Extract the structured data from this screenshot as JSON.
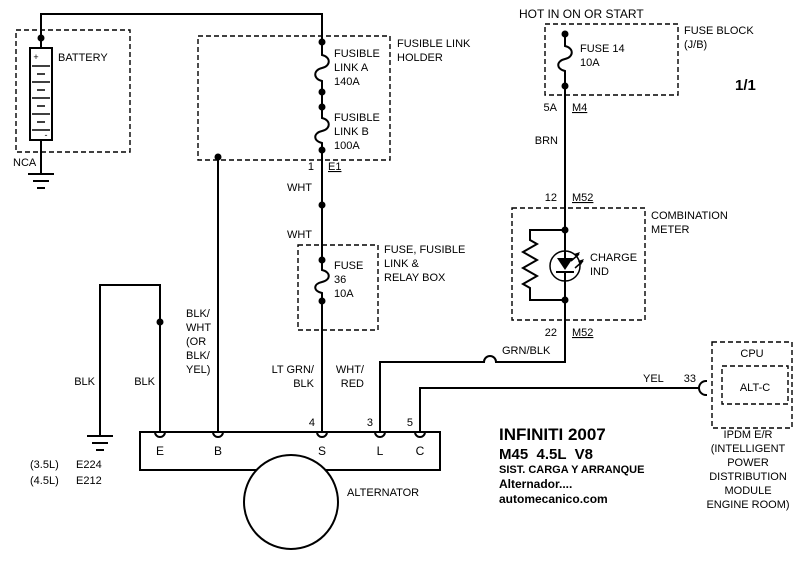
{
  "page": {
    "indicator": "1/1"
  },
  "banner": "HOT IN ON OR START",
  "battery": {
    "label": "BATTERY",
    "nca": "NCA",
    "plus": "+",
    "minus": "-"
  },
  "holder": {
    "label": [
      "FUSIBLE LINK",
      "HOLDER"
    ],
    "link_a": [
      "FUSIBLE",
      "LINK A",
      "140A"
    ],
    "link_b": [
      "FUSIBLE",
      "LINK B",
      "100A"
    ],
    "pin": "1",
    "connector": "E1"
  },
  "relay_box": {
    "label": [
      "FUSE, FUSIBLE",
      "LINK &",
      "RELAY BOX"
    ],
    "fuse": [
      "FUSE",
      "36",
      "10A"
    ]
  },
  "fuse_block": {
    "label": [
      "FUSE BLOCK",
      "(J/B)"
    ],
    "fuse": [
      "FUSE 14",
      "10A"
    ],
    "pin": "5A",
    "connector": "M4"
  },
  "meter": {
    "label": [
      "COMBINATION",
      "METER"
    ],
    "charge": [
      "CHARGE",
      "IND"
    ],
    "pin_in": "12",
    "conn_in": "M52",
    "pin_out": "22",
    "conn_out": "M52"
  },
  "cpu": {
    "label": "CPU",
    "module": "ALT-C",
    "pin": "33",
    "ipdm": [
      "IPDM E/R",
      "(INTELLIGENT",
      "POWER",
      "DISTRIBUTION",
      "MODULE",
      "ENGINE ROOM)"
    ]
  },
  "wires": {
    "wht1": "WHT",
    "wht2": "WHT",
    "brn": "BRN",
    "grn_blk": "GRN/BLK",
    "yel": "YEL",
    "blk1": "BLK",
    "blk2": "BLK",
    "blk_wht": [
      "BLK/",
      "WHT",
      "(OR",
      "BLK/",
      "YEL)"
    ],
    "lt_grn": [
      "LT GRN/",
      "BLK"
    ],
    "wht_red": [
      "WHT/",
      "RED"
    ]
  },
  "alternator": {
    "label": "ALTERNATOR",
    "terminals": [
      "E",
      "B",
      "S",
      "L",
      "C"
    ],
    "pin_s": "4",
    "pin_l": "3",
    "pin_c": "5"
  },
  "grounds": [
    {
      "engine": "(3.5L)",
      "code": "E224"
    },
    {
      "engine": "(4.5L)",
      "code": "E212"
    }
  ],
  "title_block": [
    "INFINITI 2007",
    "M45  4.5L  V8",
    "SIST. CARGA Y ARRANQUE",
    "Alternador....",
    "automecanico.com"
  ]
}
